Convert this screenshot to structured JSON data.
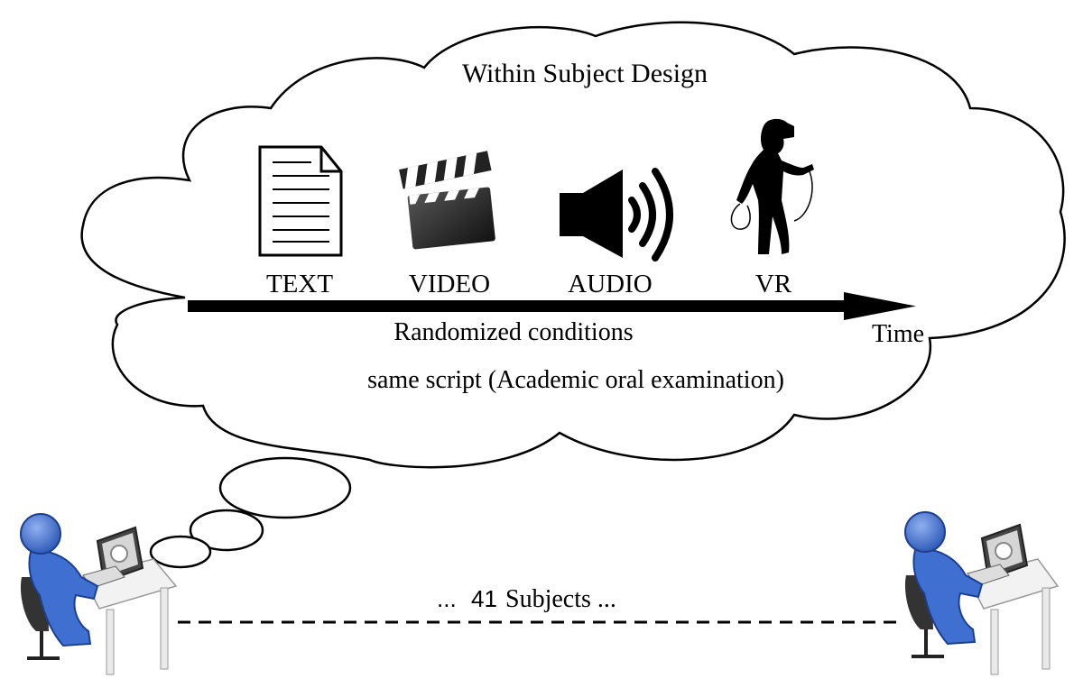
{
  "title": "Within Subject Design",
  "conditions": [
    {
      "label": "TEXT",
      "icon": "document-icon"
    },
    {
      "label": "VIDEO",
      "icon": "clapperboard-icon"
    },
    {
      "label": "AUDIO",
      "icon": "speaker-icon"
    },
    {
      "label": "VR",
      "icon": "vr-user-icon"
    }
  ],
  "axis_label": "Time",
  "randomized_label": "Randomized conditions",
  "script_label": "same script (Academic oral examination)",
  "subjects": {
    "prefix": "...",
    "count": "41",
    "label": "Subjects ...",
    "icon": "person-at-computer-icon"
  },
  "colors": {
    "person": "#3f6fd1",
    "person_dark": "#1c3f8f",
    "line": "#000000"
  }
}
